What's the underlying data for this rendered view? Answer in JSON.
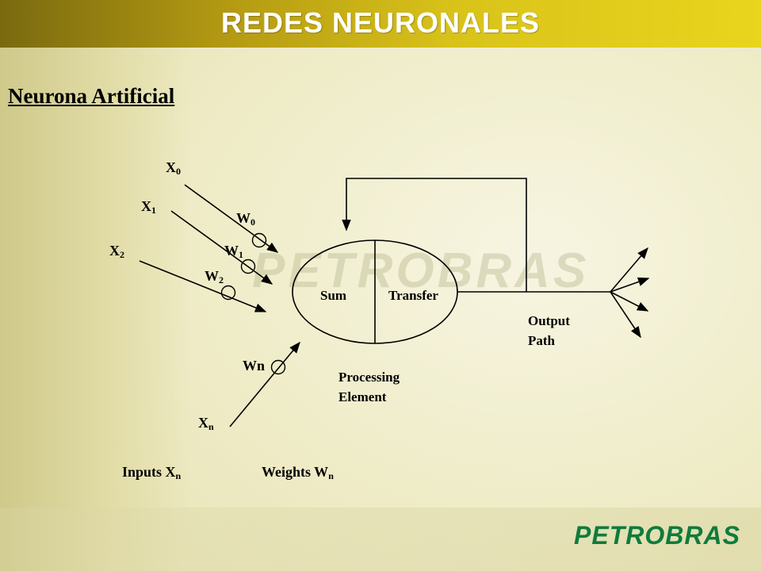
{
  "slide": {
    "title": "REDES NEURONALES",
    "subtitle": "Neurona Artificial",
    "watermark": "PETROBRAS",
    "logo": "PETROBRAS",
    "colors": {
      "title_bar": "#d9c31a",
      "background": "#efecc8",
      "logo": "#0f7b3d",
      "text": "#000000"
    }
  },
  "diagram": {
    "inputs": [
      {
        "base": "X",
        "sub": "0"
      },
      {
        "base": "X",
        "sub": "1"
      },
      {
        "base": "X",
        "sub": "2"
      },
      {
        "base": "X",
        "sub": "n"
      }
    ],
    "weights": [
      {
        "base": "W",
        "sub": "0"
      },
      {
        "base": "W",
        "sub": "1"
      },
      {
        "base": "W",
        "sub": "2"
      },
      {
        "base": "Wn",
        "sub": ""
      }
    ],
    "sum_label": "Sum",
    "transfer_label": "Transfer",
    "output_label_line1": "Output",
    "output_label_line2": "Path",
    "processing_label_line1": "Processing",
    "processing_label_line2": "Element",
    "inputs_caption": {
      "base": "Inputs X",
      "sub": "n"
    },
    "weights_caption": {
      "base": "Weights W",
      "sub": "n"
    }
  }
}
